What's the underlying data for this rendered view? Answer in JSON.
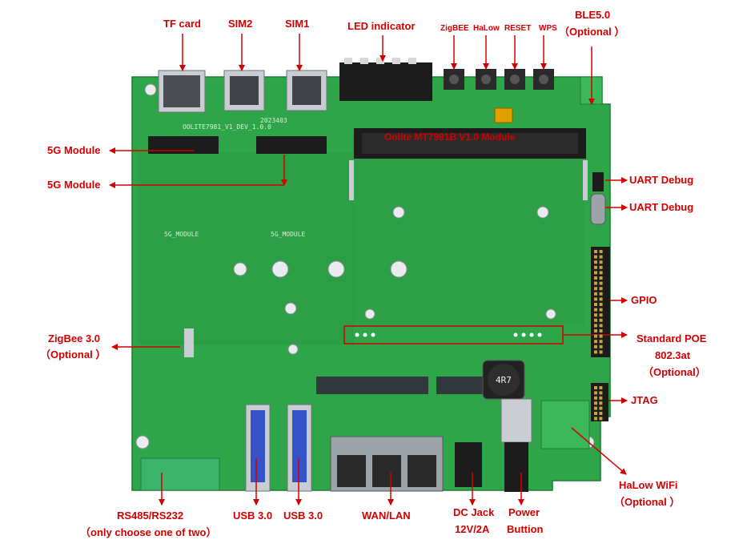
{
  "labels": {
    "tf_card": "TF card",
    "sim2": "SIM2",
    "sim1": "SIM1",
    "led_indicator": "LED indicator",
    "zigbee_btn": "ZigBEE",
    "halow_btn": "HaLow",
    "reset": "RESET",
    "wps": "WPS",
    "ble_line1": "BLE5.0",
    "ble_line2": "（Optional ）",
    "module_5g_1": "5G Module",
    "module_5g_2": "5G Module",
    "uart_debug_1": "UART Debug",
    "uart_debug_2": "UART Debug",
    "gpio": "GPIO",
    "zigbee30_line1": "ZigBee 3.0",
    "zigbee30_line2": "（Optional ）",
    "poe_line1": "Standard POE",
    "poe_line2": "802.3at",
    "poe_line3": "（Optional）",
    "jtag": "JTAG",
    "halow_wifi_line1": "HaLow WiFi",
    "halow_wifi_line2": "（Optional ）",
    "rs485_line1": "RS485/RS232",
    "rs485_line2": "（only choose one of two）",
    "usb30_1": "USB 3.0",
    "usb30_2": "USB 3.0",
    "wan_lan": "WAN/LAN",
    "dc_jack_line1": "DC Jack",
    "dc_jack_line2": "12V/2A",
    "power_line1": "Power",
    "power_line2": "Buttion"
  },
  "board": {
    "module_title": "Oolite MT7981B V1.0 Module",
    "silk_5g_1": "5G_MODULE",
    "silk_5g_2": "5G_MODULE",
    "silk_date": "2023403",
    "silk_board": "OOLITE7981_V1_DEV_1.0.0",
    "inductor": "4R7"
  },
  "colors": {
    "pcb": "#2fa54a",
    "pcb_dark": "#248c3c",
    "callout": "#d40000",
    "metal": "#c9ccd0",
    "connector_black": "#1c1c1c",
    "terminal_green": "#3bb36a"
  }
}
